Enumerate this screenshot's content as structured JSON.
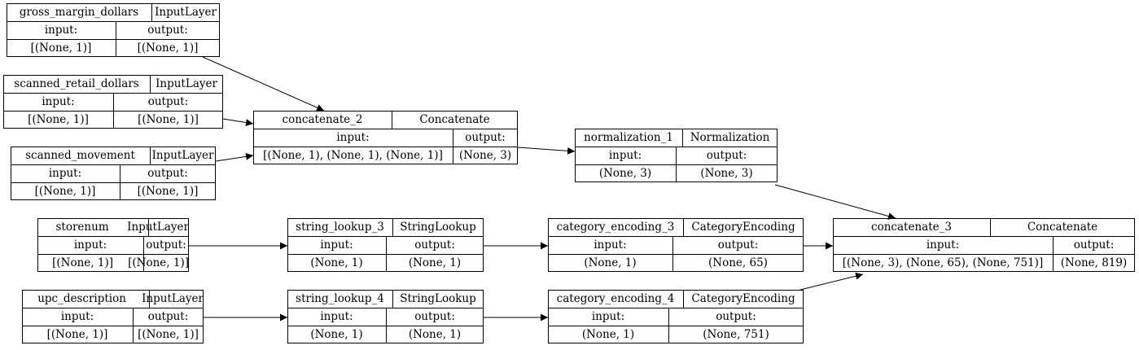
{
  "labels": {
    "input": "input:",
    "output": "output:"
  },
  "nodes": [
    {
      "id": "gross_margin_dollars",
      "name": "gross_margin_dollars",
      "type": "InputLayer",
      "input_shape": "[(None, 1)]",
      "output_shape": "[(None, 1)]"
    },
    {
      "id": "scanned_retail_dollars",
      "name": "scanned_retail_dollars",
      "type": "InputLayer",
      "input_shape": "[(None, 1)]",
      "output_shape": "[(None, 1)]"
    },
    {
      "id": "scanned_movement",
      "name": "scanned_movement",
      "type": "InputLayer",
      "input_shape": "[(None, 1)]",
      "output_shape": "[(None, 1)]"
    },
    {
      "id": "storenum",
      "name": "storenum",
      "type": "InputLayer",
      "input_shape": "[(None, 1)]",
      "output_shape": "[(None, 1)]"
    },
    {
      "id": "upc_description",
      "name": "upc_description",
      "type": "InputLayer",
      "input_shape": "[(None, 1)]",
      "output_shape": "[(None, 1)]"
    },
    {
      "id": "concatenate_2",
      "name": "concatenate_2",
      "type": "Concatenate",
      "input_shape": "[(None, 1), (None, 1), (None, 1)]",
      "output_shape": "(None, 3)"
    },
    {
      "id": "normalization_1",
      "name": "normalization_1",
      "type": "Normalization",
      "input_shape": "(None, 3)",
      "output_shape": "(None, 3)"
    },
    {
      "id": "string_lookup_3",
      "name": "string_lookup_3",
      "type": "StringLookup",
      "input_shape": "(None, 1)",
      "output_shape": "(None, 1)"
    },
    {
      "id": "string_lookup_4",
      "name": "string_lookup_4",
      "type": "StringLookup",
      "input_shape": "(None, 1)",
      "output_shape": "(None, 1)"
    },
    {
      "id": "category_encoding_3",
      "name": "category_encoding_3",
      "type": "CategoryEncoding",
      "input_shape": "(None, 1)",
      "output_shape": "(None, 65)"
    },
    {
      "id": "category_encoding_4",
      "name": "category_encoding_4",
      "type": "CategoryEncoding",
      "input_shape": "(None, 1)",
      "output_shape": "(None, 751)"
    },
    {
      "id": "concatenate_3",
      "name": "concatenate_3",
      "type": "Concatenate",
      "input_shape": "[(None, 3), (None, 65), (None, 751)]",
      "output_shape": "(None, 819)"
    }
  ],
  "edges": [
    {
      "from": "gross_margin_dollars",
      "to": "concatenate_2"
    },
    {
      "from": "scanned_retail_dollars",
      "to": "concatenate_2"
    },
    {
      "from": "scanned_movement",
      "to": "concatenate_2"
    },
    {
      "from": "concatenate_2",
      "to": "normalization_1"
    },
    {
      "from": "normalization_1",
      "to": "concatenate_3"
    },
    {
      "from": "storenum",
      "to": "string_lookup_3"
    },
    {
      "from": "string_lookup_3",
      "to": "category_encoding_3"
    },
    {
      "from": "category_encoding_3",
      "to": "concatenate_3"
    },
    {
      "from": "upc_description",
      "to": "string_lookup_4"
    },
    {
      "from": "string_lookup_4",
      "to": "category_encoding_4"
    },
    {
      "from": "category_encoding_4",
      "to": "concatenate_3"
    }
  ]
}
